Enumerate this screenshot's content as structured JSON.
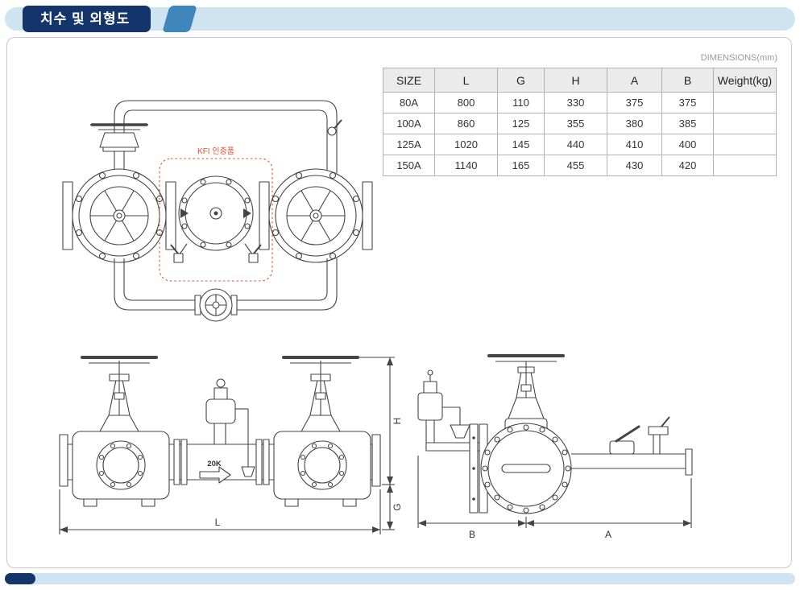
{
  "header": {
    "title": "치수 및 외형도"
  },
  "table": {
    "unit_note": "DIMENSIONS(mm)",
    "headers": [
      "SIZE",
      "L",
      "G",
      "H",
      "A",
      "B",
      "Weight(kg)"
    ],
    "rows": [
      [
        "80A",
        "800",
        "110",
        "330",
        "375",
        "375",
        ""
      ],
      [
        "100A",
        "860",
        "125",
        "355",
        "380",
        "385",
        ""
      ],
      [
        "125A",
        "1020",
        "145",
        "440",
        "410",
        "400",
        ""
      ],
      [
        "150A",
        "1140",
        "165",
        "455",
        "430",
        "420",
        ""
      ]
    ]
  },
  "drawing": {
    "certification_label": "KFI 인증품",
    "pressure_rating": "20K",
    "dims": {
      "L": "L",
      "G": "G",
      "H": "H",
      "A": "A",
      "B": "B"
    }
  },
  "colors": {
    "accent_navy": "#14356b",
    "accent_blue": "#3f86ba",
    "band_blue": "#cfe4f1",
    "certified_red": "#e0512c",
    "line": "#444444"
  }
}
